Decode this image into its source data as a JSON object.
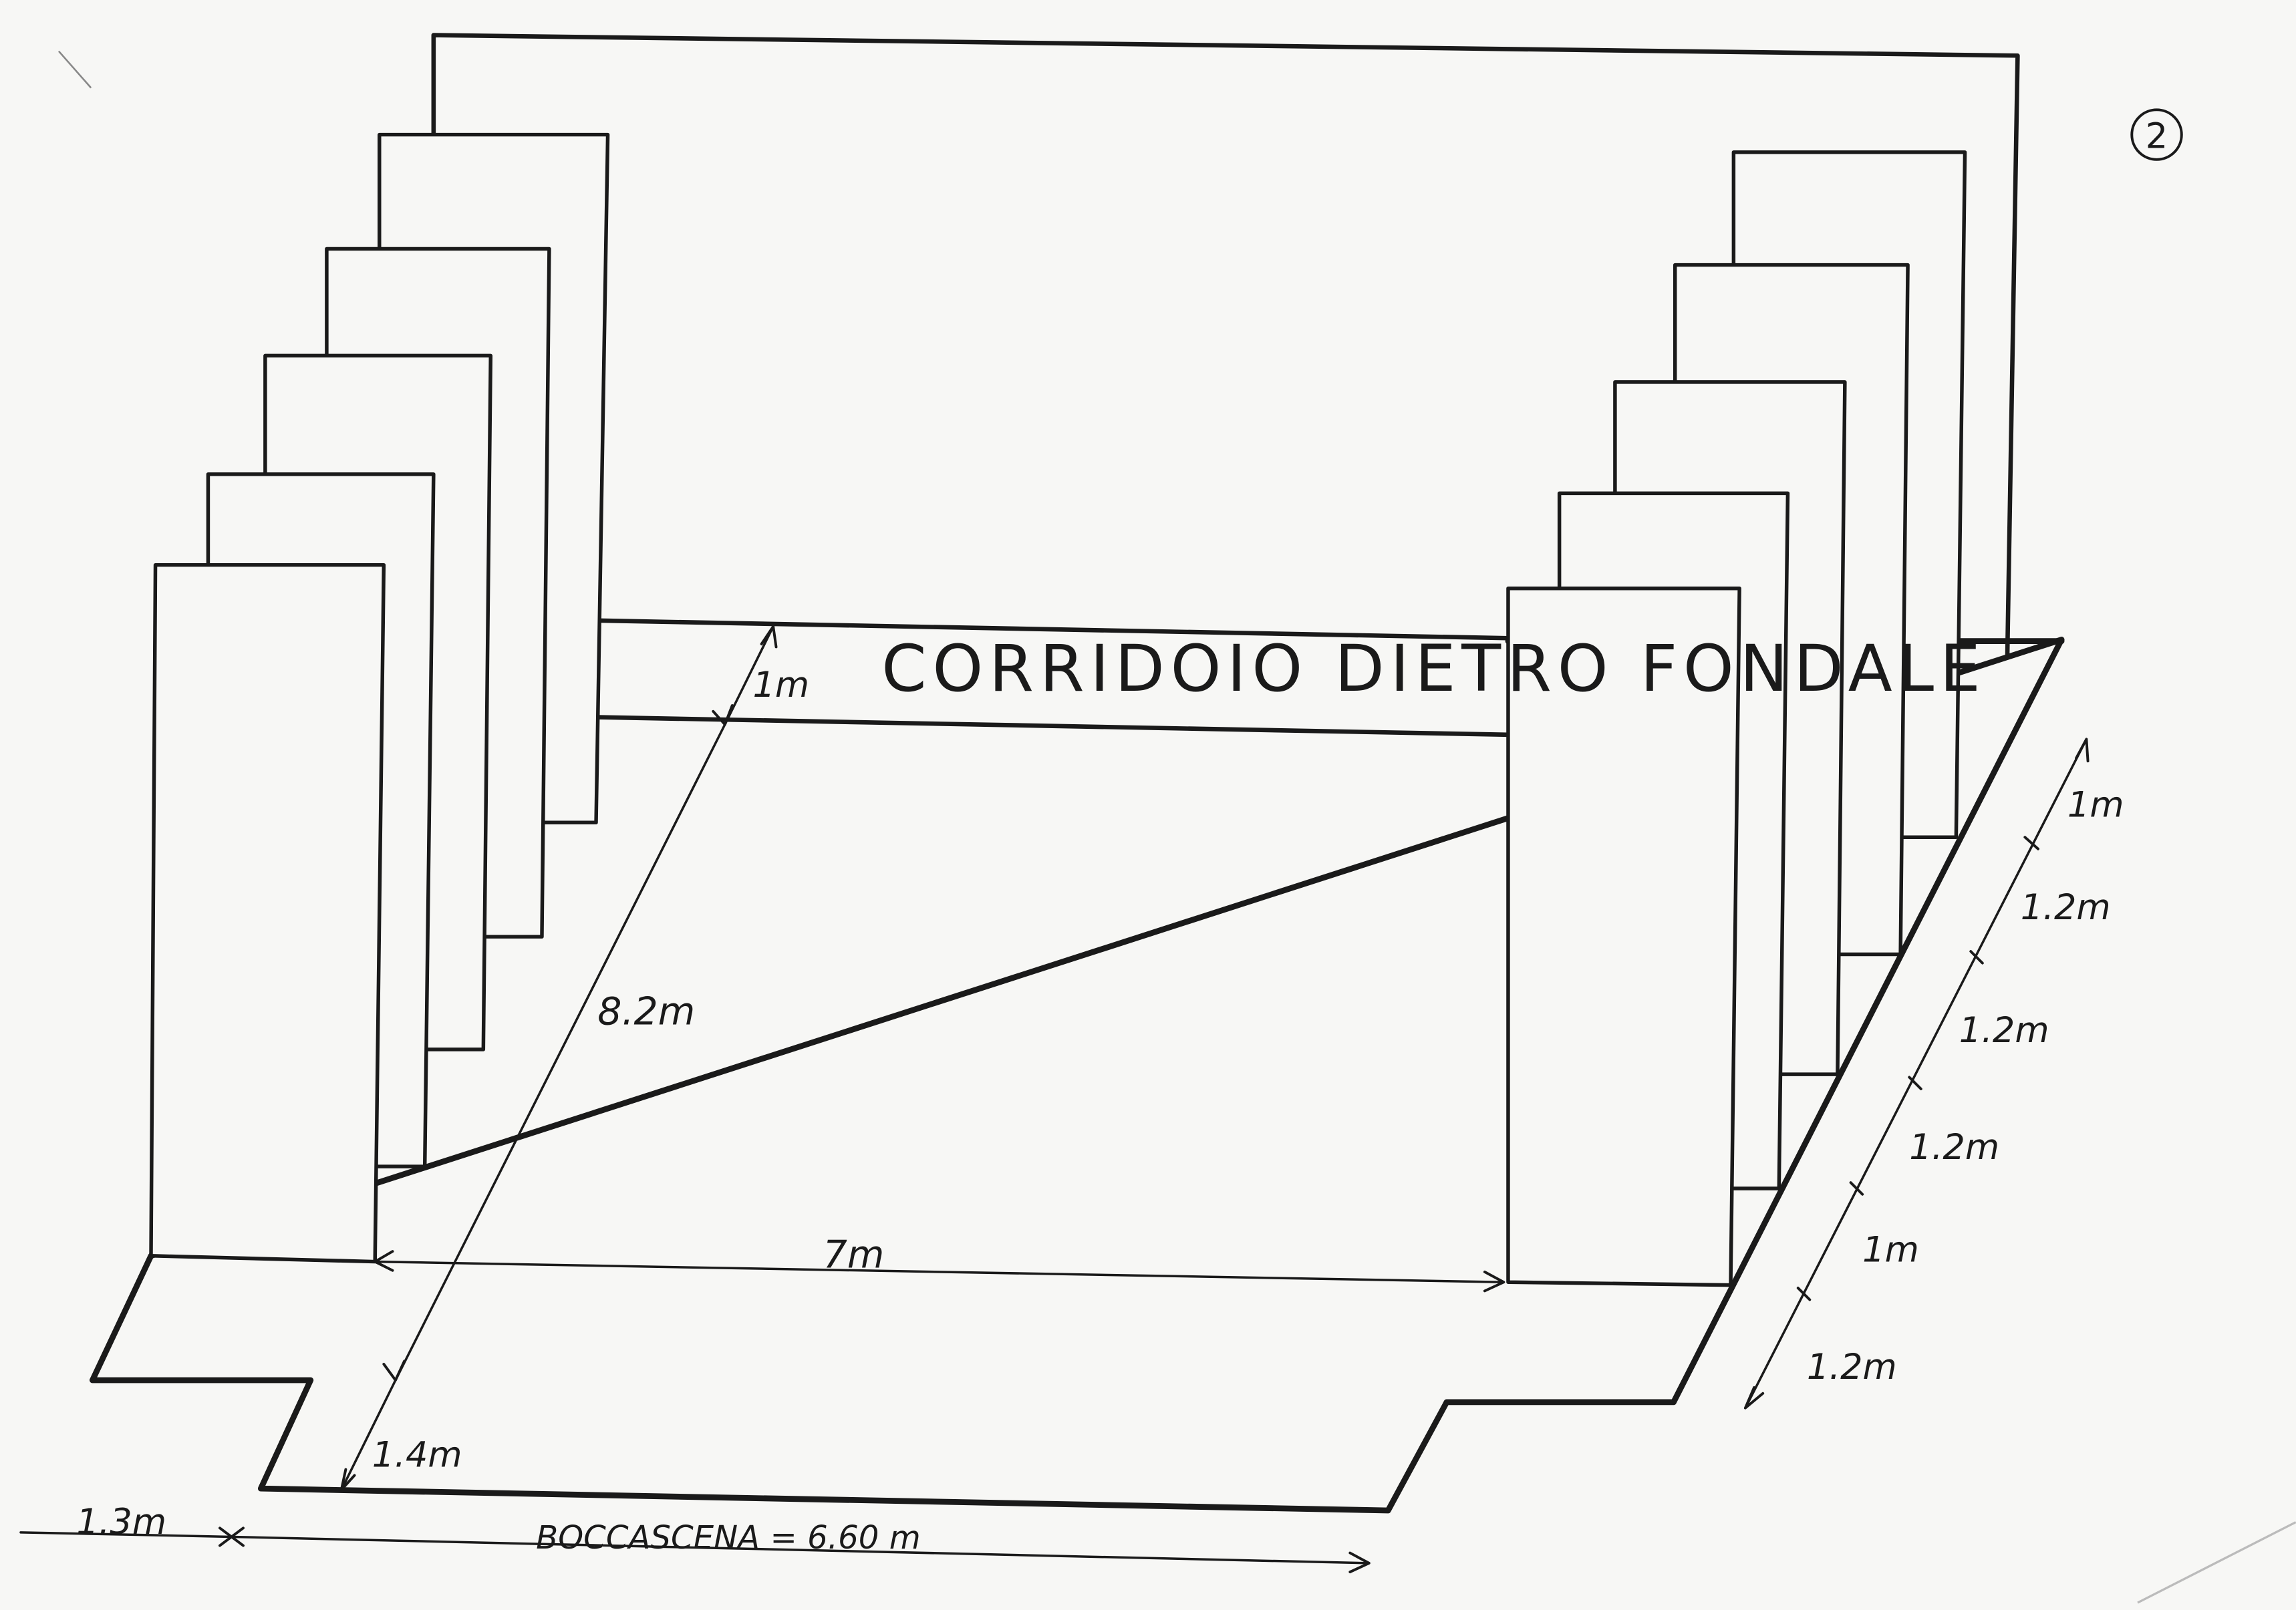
{
  "page_number": "2",
  "labels": {
    "corridor": "CORRIDOIO DIETRO FONDALE",
    "corridor_depth": "1m",
    "stage_depth": "8.2m",
    "stage_width": "7m",
    "apron_depth": "1.4m",
    "side_offset": "1.3m",
    "proscenium": "BOCCASCENA = 6.60 m"
  },
  "wing_spacing": [
    "1m",
    "1.2m",
    "1.2m",
    "1.2m",
    "1m",
    "1.2m"
  ],
  "colors": {
    "ink": "#1a1a1a",
    "paper": "#f7f7f5"
  }
}
